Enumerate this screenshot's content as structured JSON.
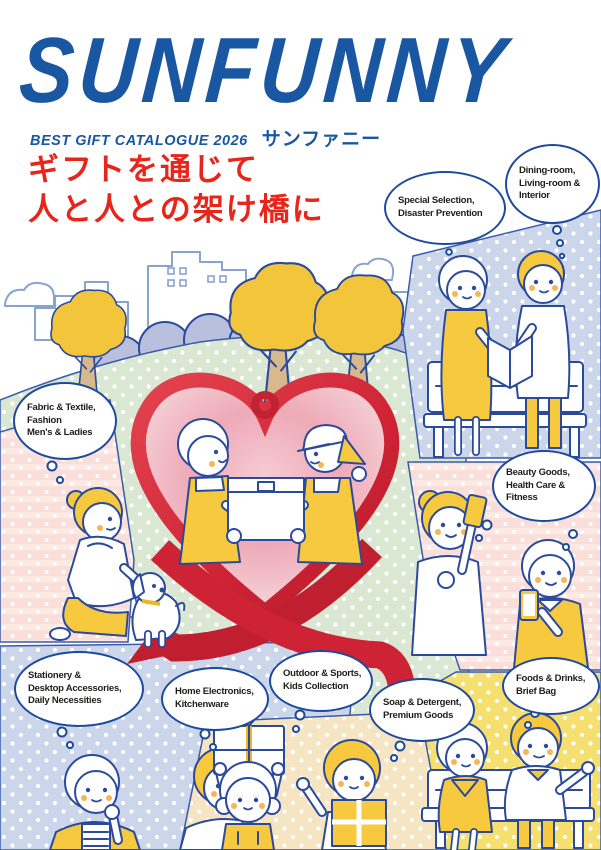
{
  "cover": {
    "logo_text": "SUNFUNNY",
    "subtitle": "BEST GIFT CATALOGUE 2026",
    "brand_jp": "サンファニー",
    "tagline": {
      "line1": "ギフトを通じて",
      "line2": "人と人との架け橋に"
    },
    "colors": {
      "brand_blue": "#1a57a2",
      "tagline_red": "#e8251a",
      "heart_red": "#ce2334",
      "outline_blue": "#2b4a9b"
    },
    "categories": [
      {
        "id": "special-selection",
        "lines": [
          "Special Selection,",
          "Disaster Prevention"
        ]
      },
      {
        "id": "dining-room",
        "lines": [
          "Dining-room,",
          "Living-room &",
          "Interior"
        ]
      },
      {
        "id": "fabric-textile",
        "lines": [
          "Fabric & Textile,",
          "Fashion",
          "Men's & Ladies"
        ]
      },
      {
        "id": "beauty-goods",
        "lines": [
          "Beauty Goods,",
          "Health Care &",
          "Fitness"
        ]
      },
      {
        "id": "stationery",
        "lines": [
          "Stationery &",
          "Desktop Accessories,",
          "Daily Necessities"
        ]
      },
      {
        "id": "home-electronics",
        "lines": [
          "Home Electronics,",
          "Kitchenware"
        ]
      },
      {
        "id": "outdoor-sports",
        "lines": [
          "Outdoor & Sports,",
          "Kids Collection"
        ]
      },
      {
        "id": "soap-detergent",
        "lines": [
          "Soap & Detergent,",
          "Premium Goods"
        ]
      },
      {
        "id": "foods-drinks",
        "lines": [
          "Foods & Drinks,",
          "Brief Bag"
        ]
      }
    ]
  }
}
